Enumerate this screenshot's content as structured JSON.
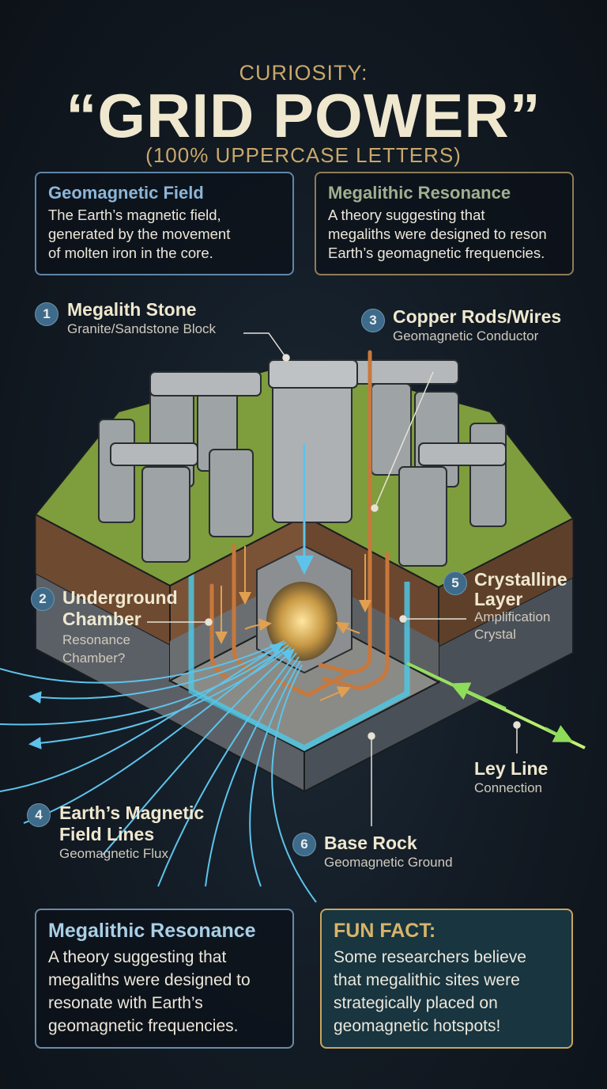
{
  "header": {
    "kicker": "CURIOSITY:",
    "title": "“GRID POWER”",
    "subtitle": "(100% UPPERCASE LETTERS)"
  },
  "top_boxes": [
    {
      "title": "Geomagnetic Field",
      "lines": [
        "The Earth’s magnetic field,",
        "generated by the movement",
        "of molten iron in the core."
      ],
      "border": "#5f86a8",
      "title_color": "#8db6d8"
    },
    {
      "title": "Megalithic Resonance",
      "lines": [
        "A theory suggesting that",
        "megaliths were designed to reson",
        "Earth’s geomagnetic frequencies."
      ],
      "border": "#8f7d57",
      "title_color": "#9fb08f"
    }
  ],
  "labels": [
    {
      "num": "1",
      "title": [
        "Megalith Stone"
      ],
      "sub": [
        "Granite/Sandstone Block"
      ]
    },
    {
      "num": "2",
      "title": [
        "Underground",
        "Chamber"
      ],
      "sub": [
        "Resonance",
        "Chamber?"
      ]
    },
    {
      "num": "3",
      "title": [
        "Copper Rods/Wires"
      ],
      "sub": [
        "Geomagnetic Conductor"
      ]
    },
    {
      "num": "4",
      "title": [
        "Earth’s Magnetic",
        "Field Lines"
      ],
      "sub": [
        "Geomagnetic Flux"
      ]
    },
    {
      "num": "5",
      "title": [
        "Crystalline",
        "Layer"
      ],
      "sub": [
        "Amplification",
        "Crystal"
      ]
    },
    {
      "num": "6",
      "title": [
        "Base Rock"
      ],
      "sub": [
        "Geomagnetic Ground"
      ]
    },
    {
      "num": "",
      "title": [
        "Ley Line"
      ],
      "sub": [
        "Connection"
      ]
    }
  ],
  "bottom_boxes": [
    {
      "title": "Megalithic Resonance",
      "lines": [
        "A theory suggesting that",
        "megaliths were designed to",
        "resonate with Earth’s",
        "geomagnetic frequencies."
      ],
      "border": "#6a8aa6",
      "title_color": "#a9cfe6"
    },
    {
      "title": "FUN FACT:",
      "lines": [
        "Some researchers believe",
        "that megalithic sites were",
        "strategically placed on",
        "geomagnetic hotspots!"
      ],
      "border": "#c9a45e",
      "title_color": "#d8b46a"
    }
  ],
  "colors": {
    "field_lines": "#5ec3ea",
    "copper": "#c8783c",
    "ley_line": "#8fdc5a",
    "crystal": "#4fc6e0",
    "grass": "#7e9d3c"
  }
}
